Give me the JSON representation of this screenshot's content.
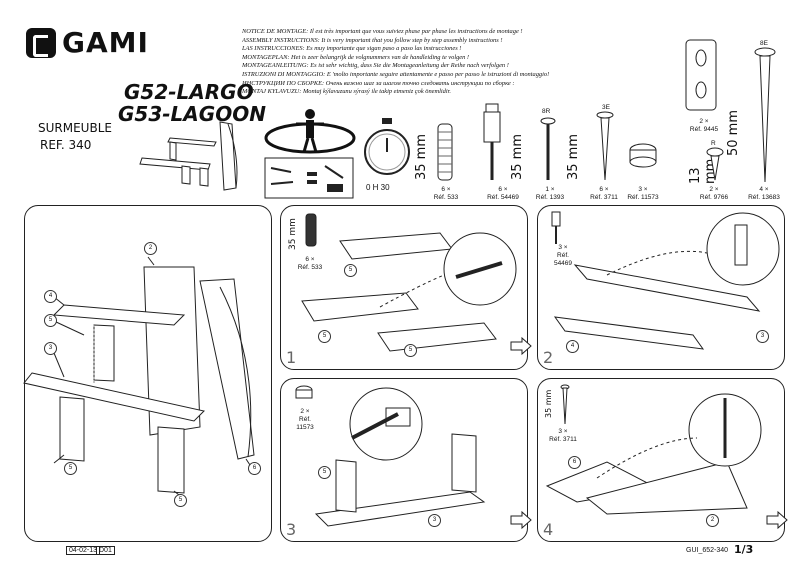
{
  "brand": {
    "name": "GAMI"
  },
  "models": [
    "G52-LARGO",
    "G53-LAGOON"
  ],
  "product": {
    "name": "SURMEUBLE",
    "ref": "REF. 340"
  },
  "notice": [
    "NOTICE DE MONTAGE: Il est très important que vous suiviez phase par phase les instructions de montage !",
    "ASSEMBLY INSTRUCTIONS: It is very important that you follow step by step assembly instructions !",
    "LAS INSTRUCCIONES: Es muy importante que sigan paso a paso las instrucciones !",
    "MONTAGEPLAN: Het is zeer belangrijk de volgnummers van de handleiding te volgen !",
    "MONTAGEANLEITUNG: Es ist sehr wichtig, dass Sie die Montageanleitung der Reihe nach verfolgen !",
    "ISTRUZIONI DI MONTAGGIO: E 'molto importante seguire attentamente e passo per passo le istruzioni di montaggio!",
    "ИНСТРУКЦИИ ПО СБОРКЕ: Очень важно шаг за шагом точно следовать инструкции по сборке :",
    "MONTAJ KYLAVUZU: Montaj kýlavuzunu sýrasý ile takip etmeniz çok önemlidir."
  ],
  "time": "0 H 30",
  "hardware": [
    {
      "qty": "6 ×",
      "ref": "Réf. 533",
      "dim": "35 mm"
    },
    {
      "qty": "6 ×",
      "ref": "Réf. 54469",
      "dim": "35 mm"
    },
    {
      "qty": "1 ×",
      "ref": "Réf. 1393"
    },
    {
      "qty": "6 ×",
      "ref": "Réf. 3711",
      "dim": "35 mm"
    },
    {
      "qty": "3 ×",
      "ref": "Réf. 11573"
    },
    {
      "qty": "2 ×",
      "ref": "Réf. 9766",
      "dim": "13 mm"
    },
    {
      "qty": "4 ×",
      "ref": "Réf. 13683",
      "dim": "50 mm"
    },
    {
      "qty": "2 ×",
      "ref": "Réf. 9445"
    }
  ],
  "screw_labels": {
    "a": "8R",
    "b": "3E",
    "c": "R",
    "d": "8E"
  },
  "steps": {
    "s1": {
      "num": "1",
      "part_qty": "6 ×",
      "part_ref": "Réf. 533",
      "dim": "35 mm"
    },
    "s2": {
      "num": "2",
      "part_qty": "3 ×",
      "part_ref": "Réf. 54469"
    },
    "s3": {
      "num": "3",
      "part_qty": "2 ×",
      "part_ref": "Réf. 11573"
    },
    "s4": {
      "num": "4",
      "part_qty": "3 ×",
      "part_ref": "Réf. 3711",
      "dim": "35 mm"
    }
  },
  "parts": {
    "p2": "2",
    "p3": "3",
    "p4": "4",
    "p5": "5",
    "p6": "6"
  },
  "footer": {
    "date": "04-02-13",
    "rev": "D01",
    "code": "GUI_652-340",
    "page": "1/3"
  }
}
